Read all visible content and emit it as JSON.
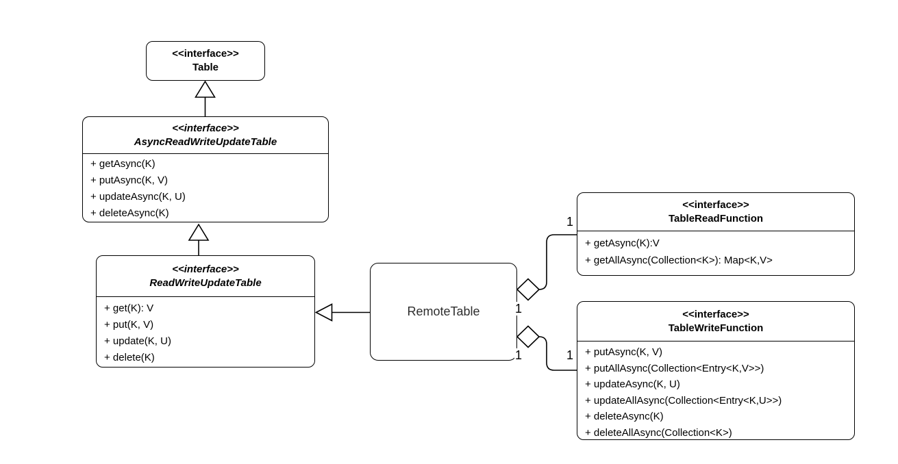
{
  "classes": {
    "table": {
      "stereotype": "<<interface>>",
      "name": "Table"
    },
    "async_read_write_update_table": {
      "stereotype": "<<interface>>",
      "name": "AsyncReadWriteUpdateTable",
      "methods": [
        "+ getAsync(K)",
        "+ putAsync(K, V)",
        "+ updateAsync(K, U)",
        "+ deleteAsync(K)"
      ]
    },
    "read_write_update_table": {
      "stereotype": "<<interface>>",
      "name": "ReadWriteUpdateTable",
      "methods": [
        "+ get(K): V",
        "+ put(K, V)",
        "+ update(K, U)",
        "+ delete(K)"
      ]
    },
    "remote_table": {
      "name": "RemoteTable"
    },
    "table_read_function": {
      "stereotype": "<<interface>>",
      "name": "TableReadFunction",
      "methods": [
        "+ getAsync(K):V",
        "+ getAllAsync(Collection<K>): Map<K,V>"
      ]
    },
    "table_write_function": {
      "stereotype": "<<interface>>",
      "name": "TableWriteFunction",
      "methods": [
        "+ putAsync(K, V)",
        "+ putAllAsync(Collection<Entry<K,V>>)",
        "+ updateAsync(K, U)",
        "+ updateAllAsync(Collection<Entry<K,U>>)",
        "+ deleteAsync(K)",
        "+ deleteAllAsync(Collection<K>)"
      ]
    }
  },
  "multiplicities": {
    "read_edge_source": "1",
    "read_edge_target": "1",
    "write_edge_source": "1",
    "write_edge_target": "1"
  },
  "colors": {
    "stroke": "#000000",
    "text": "#000000",
    "background": "#ffffff"
  }
}
